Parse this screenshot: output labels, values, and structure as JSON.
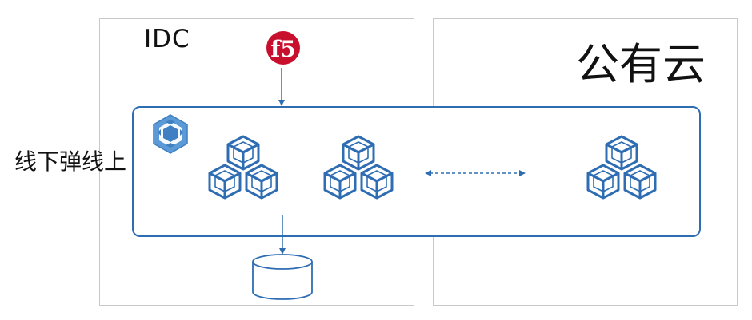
{
  "labels": {
    "idc": "IDC",
    "public_cloud": "公有云",
    "offline_to_online": "线下弹线上"
  },
  "logo": {
    "text": "f5",
    "icon": "f5-logo-icon"
  },
  "icons": {
    "platform": "kubernetes-hex-icon",
    "cluster": "cube-cluster-icon",
    "database": "database-cylinder-icon"
  },
  "colors": {
    "accent": "#2f6db3",
    "f5_red": "#c8102e",
    "panel_border": "#c9c9c9"
  }
}
